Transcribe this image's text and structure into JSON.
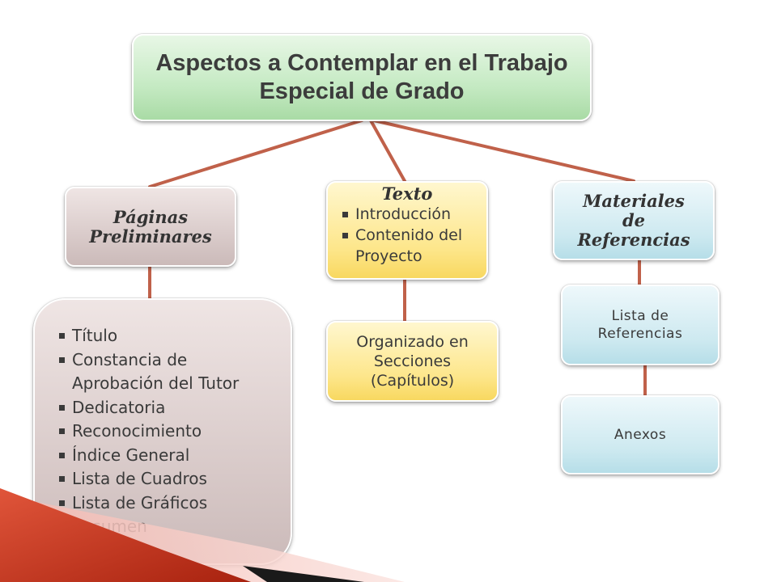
{
  "title": {
    "line1": "Aspectos a Contemplar en el Trabajo",
    "line2": "Especial de Grado"
  },
  "preliminares": {
    "heading_line1": "Páginas",
    "heading_line2": "Preliminares",
    "items": [
      "Título",
      "Constancia de Aprobación del Tutor",
      "Dedicatoria",
      "Reconocimiento",
      "Índice General",
      "Lista de Cuadros",
      "Lista de Gráficos",
      "Resumen"
    ]
  },
  "texto": {
    "heading": "Texto",
    "items": [
      "Introducción",
      "Contenido del Proyecto"
    ],
    "child_line1": "Organizado en",
    "child_line2": "Secciones",
    "child_line3": "(Capítulos)"
  },
  "materiales": {
    "heading_line1": "Materiales",
    "heading_line2": "de",
    "heading_line3": "Referencias",
    "child1_line1": "Lista de",
    "child1_line2": "Referencias",
    "child2": "Anexos"
  },
  "colors": {
    "connector": "#c0614a",
    "title_fill": "#c5eac3",
    "gray_fill": "#d6c7c6",
    "yellow_fill": "#fde68a",
    "blue_fill": "#cde9f0",
    "corner_red": "#c8321e"
  }
}
